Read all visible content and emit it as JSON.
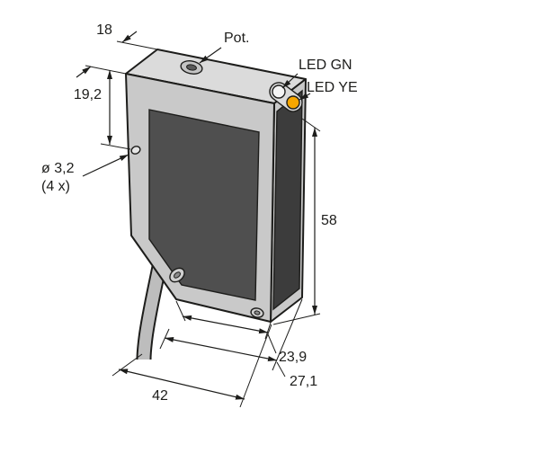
{
  "drawing": {
    "type": "technical-dimension-drawing",
    "subject": "photoelectric-sensor",
    "dimensions": {
      "top_depth": "18",
      "hole_offset": "19,2",
      "height": "58",
      "bottom_inner": "23,9",
      "bottom_mid": "27,1",
      "bottom_width": "42"
    },
    "callouts": {
      "pot": "Pot.",
      "led_gn": "LED GN",
      "led_ye": "LED YE",
      "hole_dia": "ø 3,2",
      "hole_count": "(4 x)"
    },
    "colors": {
      "background": "#ffffff",
      "line": "#1d1d1b",
      "body_light": "#c9c9c9",
      "body_top": "#dbdbdb",
      "panel_dark": "#4f4f4f",
      "window_dark": "#3c3c3c",
      "cable": "#bdbdbd",
      "led_green": "#f4f4f4",
      "led_yellow": "#f7a600",
      "hole_fill": "#cfcfcf",
      "hole_inner": "#8c8c8c"
    }
  }
}
